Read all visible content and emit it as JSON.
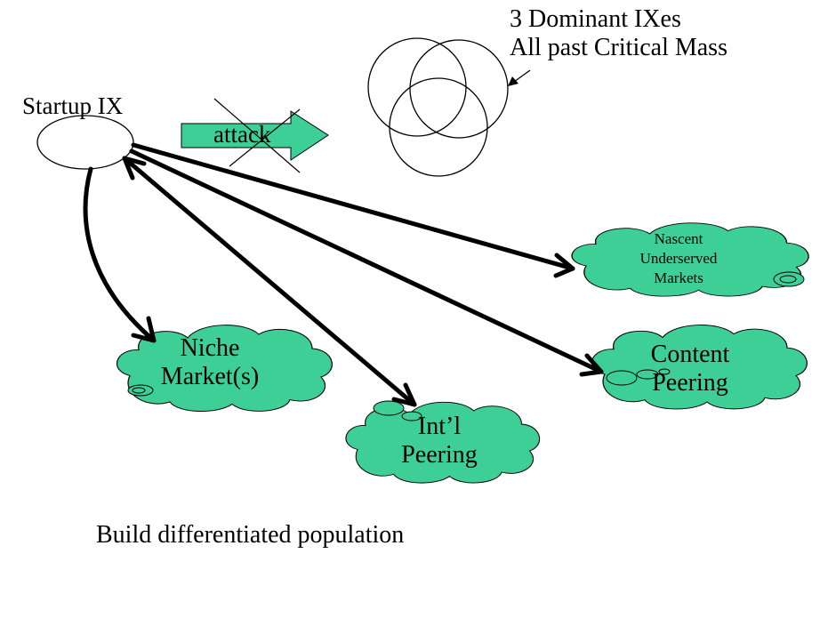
{
  "colors": {
    "cloud_fill": "#3ecf96",
    "arrow_fill": "#3ecf96",
    "stroke": "#000000",
    "background": "#ffffff"
  },
  "dominant": {
    "line1": "3 Dominant IXes",
    "line2": "All past Critical Mass"
  },
  "startup": {
    "label": "Startup IX"
  },
  "attack": {
    "label": "attack"
  },
  "nascent": {
    "line1": "Nascent",
    "line2": "Underserved",
    "line3": "Markets"
  },
  "niche": {
    "line1": "Niche",
    "line2": "Market(s)"
  },
  "intl": {
    "line1": "Int’l",
    "line2": "Peering"
  },
  "content": {
    "line1": "Content",
    "line2": "Peering"
  },
  "footer": {
    "text": "Build differentiated population"
  }
}
